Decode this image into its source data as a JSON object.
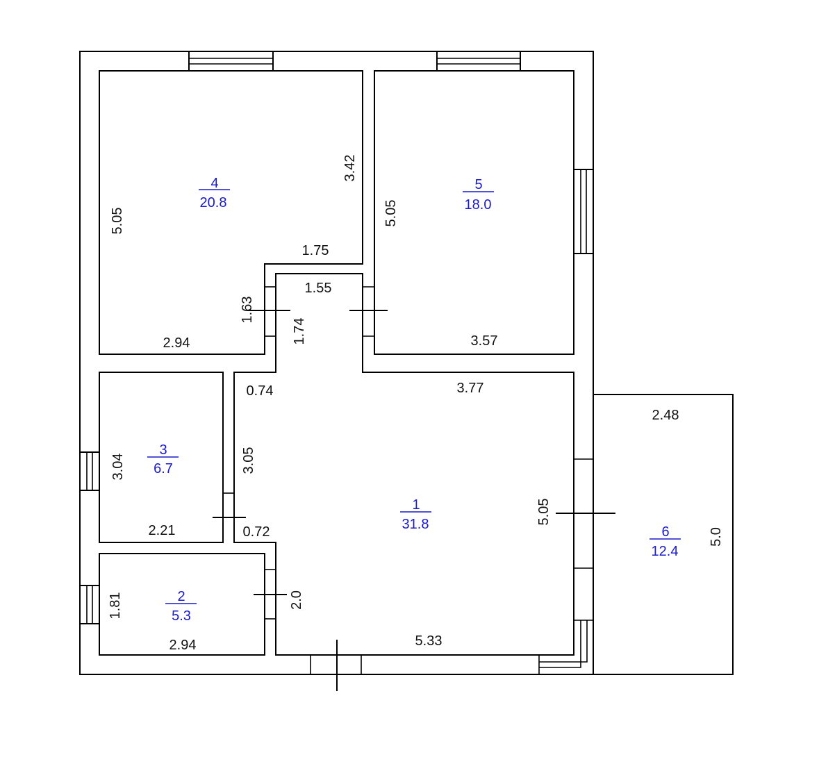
{
  "rooms": {
    "r1": {
      "number": "1",
      "area": "31.8"
    },
    "r2": {
      "number": "2",
      "area": "5.3"
    },
    "r3": {
      "number": "3",
      "area": "6.7"
    },
    "r4": {
      "number": "4",
      "area": "20.8"
    },
    "r5": {
      "number": "5",
      "area": "18.0"
    },
    "r6": {
      "number": "6",
      "area": "12.4"
    }
  },
  "dims": {
    "r4_left": "5.05",
    "r4_right": "3.42",
    "r4_notch": "1.75",
    "r4_bottom": "2.94",
    "r4_notch_side": "1.63",
    "hall_top": "1.55",
    "hall_left": "1.74",
    "r5_left": "5.05",
    "r5_bottom": "3.57",
    "r1_top_left": "0.74",
    "r1_top": "3.77",
    "r1_left": "3.05",
    "r1_step": "0.72",
    "r1_right": "5.05",
    "r1_bottom": "5.33",
    "r1_step_side": "2.0",
    "r3_side": "3.04",
    "r3_bottom": "2.21",
    "r2_side": "1.81",
    "r2_bottom": "2.94",
    "r6_top": "2.48",
    "r6_side": "5.0"
  }
}
